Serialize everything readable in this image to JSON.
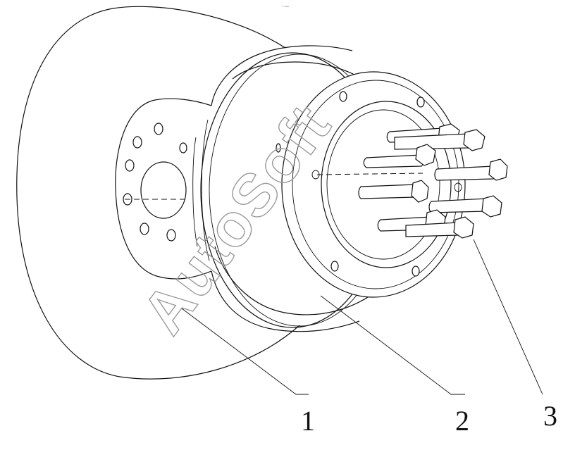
{
  "callouts": [
    {
      "label": "1"
    },
    {
      "label": "2"
    },
    {
      "label": "3"
    }
  ],
  "watermark": "AutoSoft",
  "corner_mark": "᠆ ₘₘ"
}
